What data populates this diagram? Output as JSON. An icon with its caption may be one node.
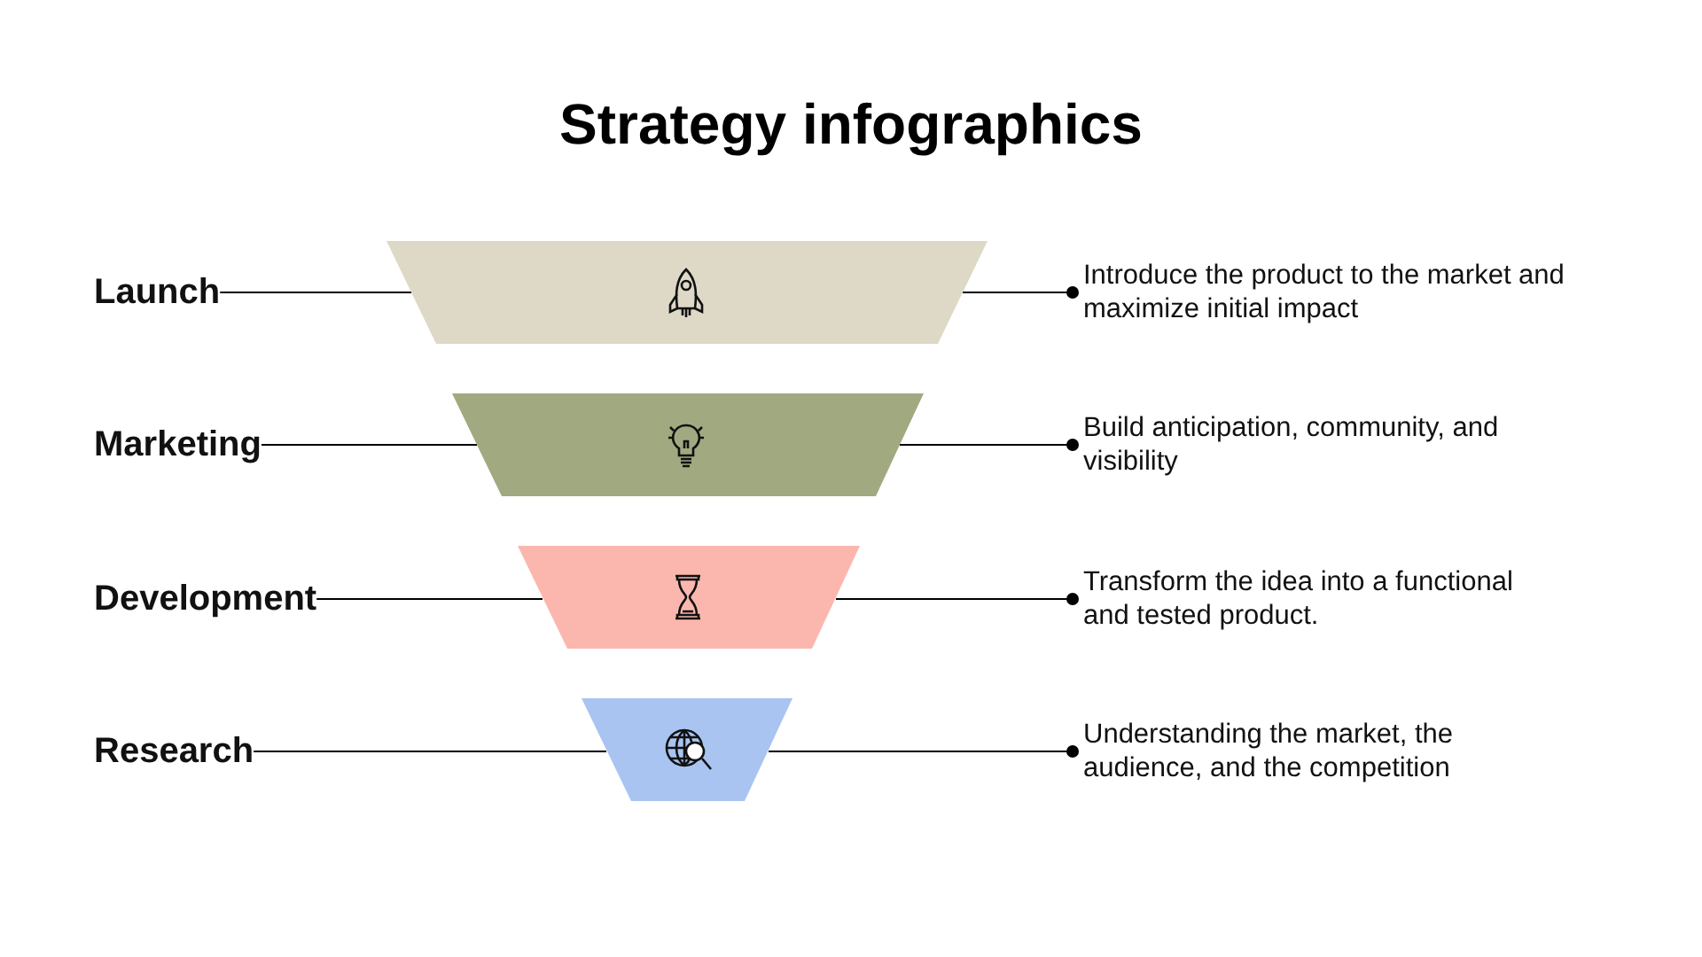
{
  "diagram": {
    "title": "Strategy infographics",
    "nodes": [
      {
        "text": [
          "Launch"
        ]
      },
      {
        "text": [],
        "shape": "trapezoid"
      },
      {
        "text": [
          "Introduce the product to the market and maximize initial impact"
        ]
      },
      {
        "text": [
          "Marketing"
        ]
      },
      {
        "text": [],
        "shape": "trapezoid"
      },
      {
        "text": [
          "Build anticipation, community, and visibility"
        ]
      },
      {
        "text": [
          "Development"
        ]
      },
      {
        "text": [],
        "shape": "trapezoid"
      },
      {
        "text": [
          "Transform the idea into a functional and tested product."
        ]
      },
      {
        "text": [
          "Research"
        ]
      },
      {
        "text": [],
        "shape": "trapezoid"
      },
      {
        "text": [
          "Understanding the market, the audience, and the competition"
        ]
      }
    ],
    "edges": [
      {
        "from": 0,
        "to": 1,
        "arrow": "none"
      },
      {
        "from": 1,
        "to": 2,
        "arrow": "other"
      },
      {
        "from": 3,
        "to": 4,
        "arrow": "none"
      },
      {
        "from": 4,
        "to": 5,
        "arrow": "other"
      },
      {
        "from": 6,
        "to": 7,
        "arrow": "none"
      },
      {
        "from": 7,
        "to": 8,
        "arrow": "other"
      },
      {
        "from": 9,
        "to": 10,
        "arrow": "none"
      },
      {
        "from": 10,
        "to": 11,
        "arrow": "other"
      }
    ]
  }
}
